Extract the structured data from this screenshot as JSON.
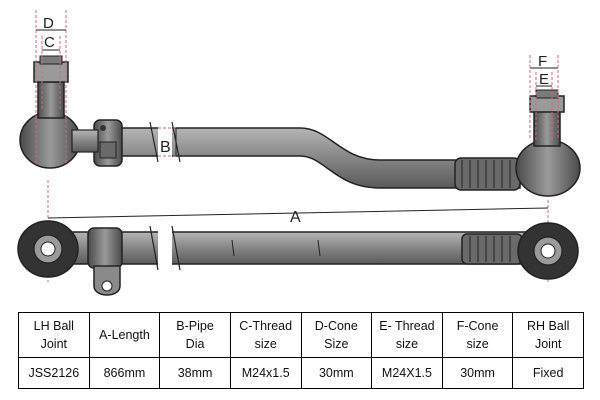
{
  "dimension_labels": {
    "a": "A",
    "b": "B",
    "c": "C",
    "d": "D",
    "e": "E",
    "f": "F"
  },
  "table": {
    "headers": [
      [
        "LH Ball",
        "Joint"
      ],
      [
        "A-Length",
        ""
      ],
      [
        "B-Pipe",
        "Dia"
      ],
      [
        "C-Thread",
        "size"
      ],
      [
        "D-Cone",
        "Size"
      ],
      [
        "E- Thread",
        "size"
      ],
      [
        "F-Cone",
        "size"
      ],
      [
        "RH Ball",
        "Joint"
      ]
    ],
    "values": [
      "JSS2126",
      "866mm",
      "38mm",
      "M24x1.5",
      "30mm",
      "M24X1.5",
      "30mm",
      "Fixed"
    ]
  },
  "colors": {
    "metal": "#8a8a8a",
    "metal_dark": "#555555",
    "dimension_line": "#d06a7a",
    "outline": "#222222"
  }
}
